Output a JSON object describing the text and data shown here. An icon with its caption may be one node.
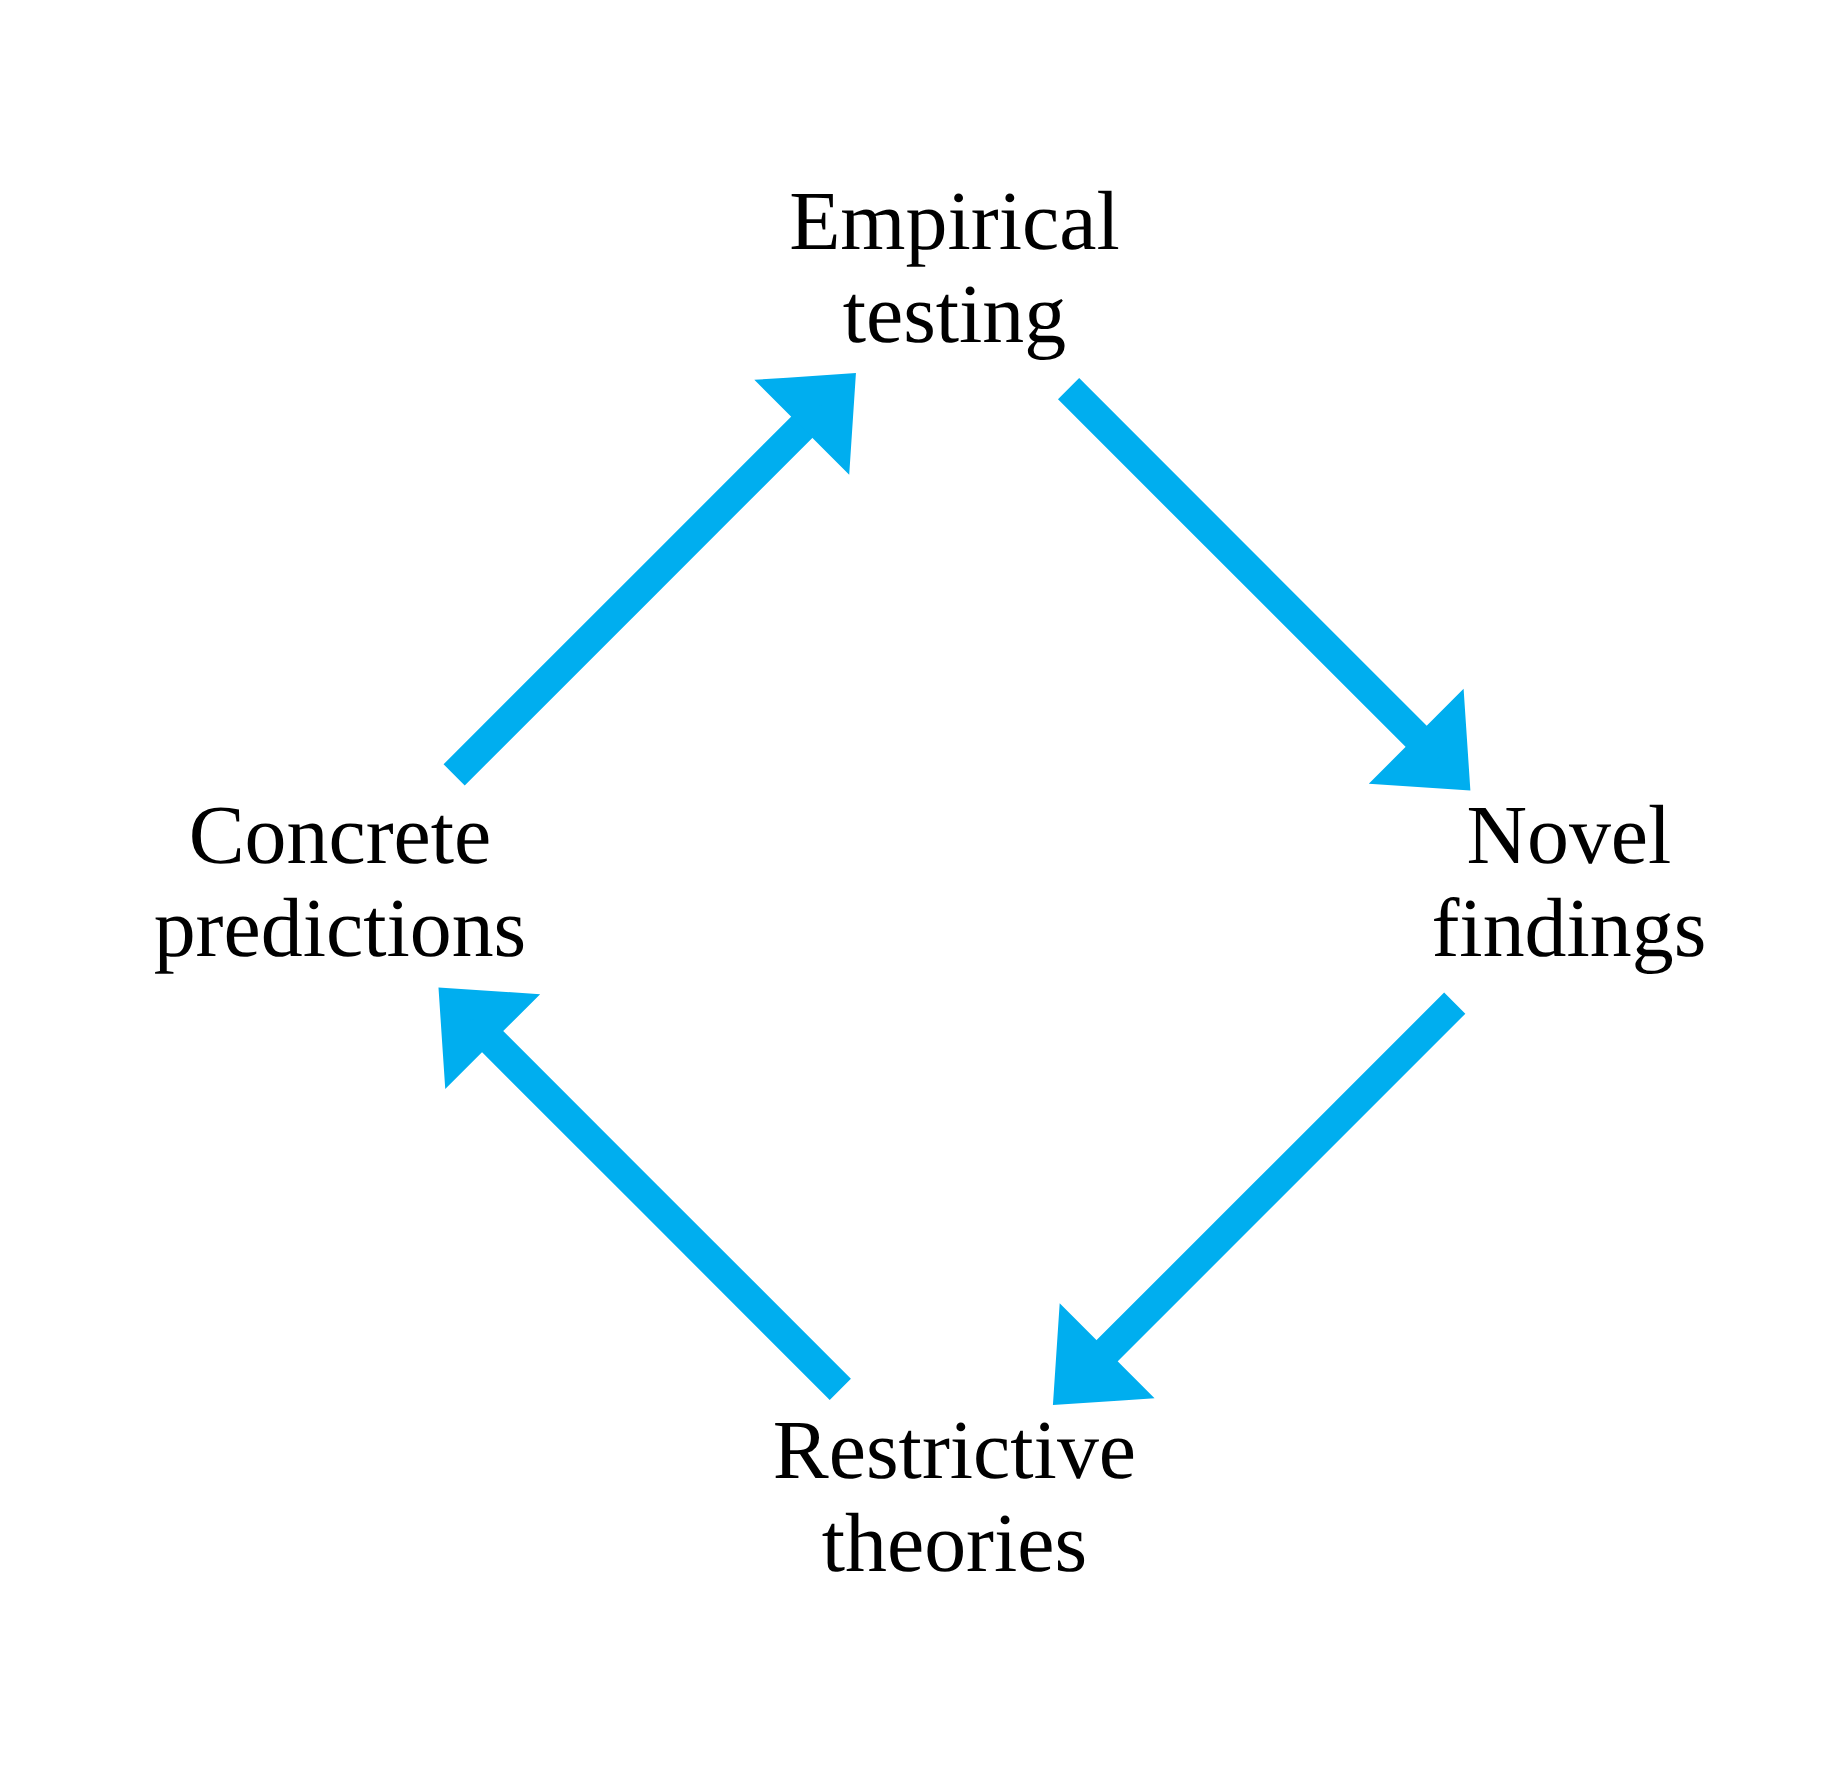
{
  "diagram": {
    "nodes": [
      {
        "text": [
          "Restrictive theories"
        ]
      },
      {
        "text": [
          "Concrete predictions"
        ]
      },
      {
        "text": [
          "Empirical testing"
        ]
      },
      {
        "text": [
          "Novel findings"
        ]
      }
    ],
    "edges": [
      {
        "from": 0,
        "to": 1,
        "arrow": "to"
      },
      {
        "from": 1,
        "to": 2,
        "arrow": "to"
      },
      {
        "from": 2,
        "to": 3,
        "arrow": "to"
      },
      {
        "from": 3,
        "to": 0,
        "arrow": "to"
      }
    ]
  }
}
